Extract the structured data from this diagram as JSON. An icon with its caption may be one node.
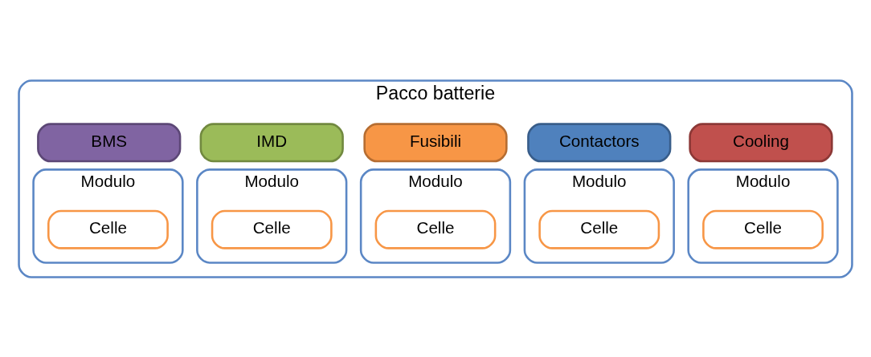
{
  "diagram": {
    "nodes": [
      {
        "text": [
          "Pacco batterie"
        ]
      },
      {
        "text": [
          "BMS"
        ],
        "in": 0
      },
      {
        "text": [
          "IMD"
        ],
        "in": 0
      },
      {
        "text": [
          "Fusibili"
        ],
        "in": 0
      },
      {
        "text": [
          "Contactors"
        ],
        "in": 0
      },
      {
        "text": [
          "Cooling"
        ],
        "in": 0
      },
      {
        "text": [
          "Modulo"
        ],
        "in": 0
      },
      {
        "text": [
          "Celle"
        ],
        "in": 6
      },
      {
        "text": [
          "Modulo"
        ],
        "in": 0
      },
      {
        "text": [
          "Celle"
        ],
        "in": 8
      },
      {
        "text": [
          "Modulo"
        ],
        "in": 0
      },
      {
        "text": [
          "Celle"
        ],
        "in": 10
      },
      {
        "text": [
          "Modulo"
        ],
        "in": 0
      },
      {
        "text": [
          "Celle"
        ],
        "in": 12
      },
      {
        "text": [
          "Modulo"
        ],
        "in": 0
      },
      {
        "text": [
          "Celle"
        ],
        "in": 14
      }
    ],
    "edges": []
  }
}
